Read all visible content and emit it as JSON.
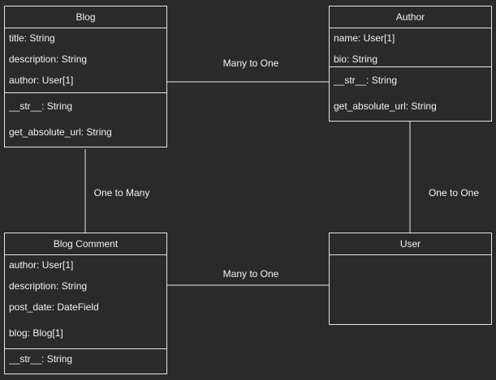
{
  "classes": {
    "blog": {
      "name": "Blog",
      "attributes": [
        "title: String",
        "description: String",
        "author: User[1]"
      ],
      "methods": [
        "__str__: String",
        "get_absolute_url: String"
      ]
    },
    "author": {
      "name": "Author",
      "attributes": [
        "name: User[1]",
        "bio: String"
      ],
      "methods": [
        "__str__: String",
        "get_absolute_url: String"
      ]
    },
    "blog_comment": {
      "name": "Blog Comment",
      "attributes": [
        "author: User[1]",
        "description: String",
        "post_date: DateField",
        "blog: Blog[1]"
      ],
      "methods": [
        "__str__: String"
      ]
    },
    "user": {
      "name": "User",
      "attributes": [],
      "methods": []
    }
  },
  "relationships": {
    "blog_author": "Many to One",
    "blog_comment": "One to Many",
    "author_user": "One to One",
    "comment_user": "Many to One"
  },
  "colors": {
    "background": "#2a2a2a",
    "stroke": "#e6e6e6",
    "text": "#f2f2f2"
  }
}
